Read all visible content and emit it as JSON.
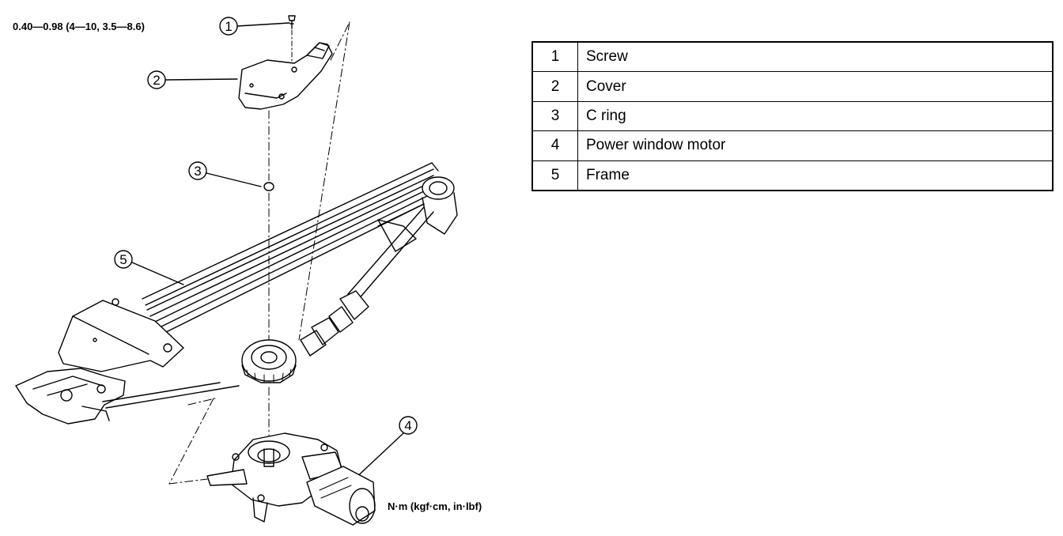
{
  "diagram": {
    "torque_spec": "0.40—0.98 (4—10, 3.5—8.6)",
    "units": "N·m (kgf·cm, in·lbf)",
    "callouts": [
      "1",
      "2",
      "3",
      "4",
      "5"
    ]
  },
  "parts_table": {
    "rows": [
      {
        "num": "1",
        "name": "Screw"
      },
      {
        "num": "2",
        "name": "Cover"
      },
      {
        "num": "3",
        "name": "C ring"
      },
      {
        "num": "4",
        "name": "Power window motor"
      },
      {
        "num": "5",
        "name": "Frame"
      }
    ]
  }
}
